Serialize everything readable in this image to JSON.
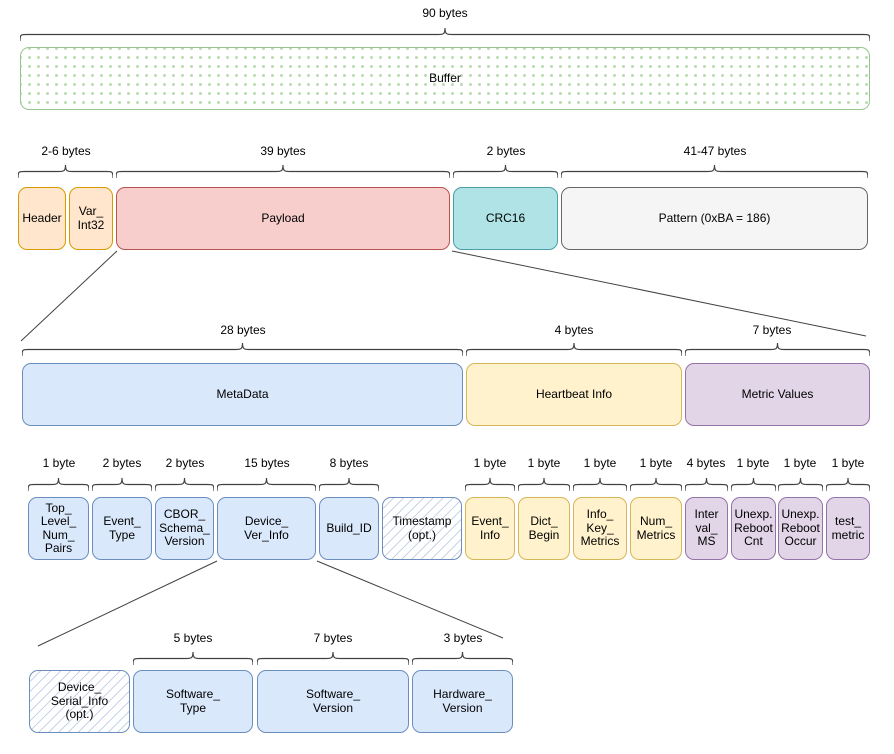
{
  "buffer": {
    "bytes_label": "90 bytes",
    "box_label": "Buffer"
  },
  "frame": {
    "bytes_labels": [
      "2-6 bytes",
      "39 bytes",
      "2 bytes",
      "41-47 bytes"
    ],
    "boxes": [
      "Header",
      "Var_\nInt32",
      "Payload",
      "CRC16",
      "Pattern (0xBA = 186)"
    ]
  },
  "sections": {
    "bytes_labels": [
      "28 bytes",
      "4 bytes",
      "7 bytes"
    ],
    "boxes": [
      "MetaData",
      "Heartbeat Info",
      "Metric Values"
    ]
  },
  "fields": {
    "bytes_labels": [
      "1 byte",
      "2 bytes",
      "2 bytes",
      "15 bytes",
      "8 bytes",
      "1 byte",
      "1 byte",
      "1 byte",
      "1 byte",
      "4 bytes",
      "1 byte",
      "1 byte",
      "1 byte"
    ],
    "boxes": [
      "Top_\nLevel_\nNum_\nPairs",
      "Event_\nType",
      "CBOR_\nSchema_\nVersion",
      "Device_\nVer_Info",
      "Build_ID",
      "Timestamp\n(opt.)",
      "Event_\nInfo",
      "Dict_\nBegin",
      "Info_\nKey_\nMetrics",
      "Num_\nMetrics",
      "Inter\nval_\nMS",
      "Unexp.\nReboot\nCnt",
      "Unexp.\nReboot\nOccur",
      "test_\nmetric"
    ]
  },
  "device_ver": {
    "bytes_labels": [
      "5 bytes",
      "7 bytes",
      "3 bytes"
    ],
    "boxes": [
      "Device_\nSerial_Info\n(opt.)",
      "Software_\nType",
      "Software_\nVersion",
      "Hardware_\nVersion"
    ]
  },
  "colors": {
    "orange_fill": "#FFE6CC",
    "orange_stroke": "#D79B00",
    "red_fill": "#F8CECC",
    "red_stroke": "#B85450",
    "teal_fill": "#B0E3E6",
    "teal_stroke": "#4D9EA8",
    "gray_fill": "#F5F5F5",
    "gray_stroke": "#666666",
    "blue_fill": "#DAE8FC",
    "blue_stroke": "#6C8EBF",
    "yellow_fill": "#FFF2CC",
    "yellow_stroke": "#D6B656",
    "purple_fill": "#E1D5E7",
    "purple_stroke": "#9673A6",
    "green_stroke": "#97C78F",
    "green_dot": "#BCDCB4",
    "line_color": "#424242"
  }
}
